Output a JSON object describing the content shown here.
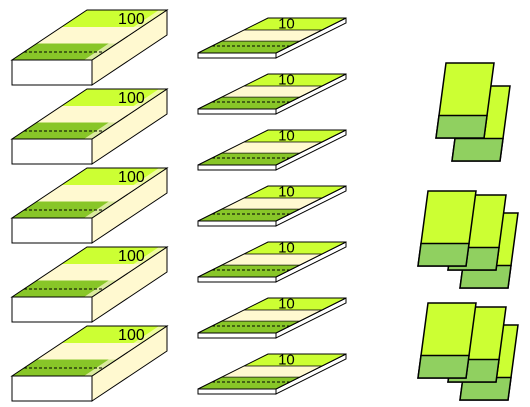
{
  "hundreds": {
    "label": "100",
    "count": 5
  },
  "tens": {
    "label": "10",
    "count": 7
  },
  "ones_groups": [
    {
      "cards": 2
    },
    {
      "cards": 3
    },
    {
      "cards": 3
    }
  ],
  "colors": {
    "lime": "#ccff33",
    "pale": "#fff9d0",
    "mid_green": "#88c628",
    "dark_green": "#4aa000",
    "card_bottom": "#90d060",
    "outline": "#000000"
  }
}
